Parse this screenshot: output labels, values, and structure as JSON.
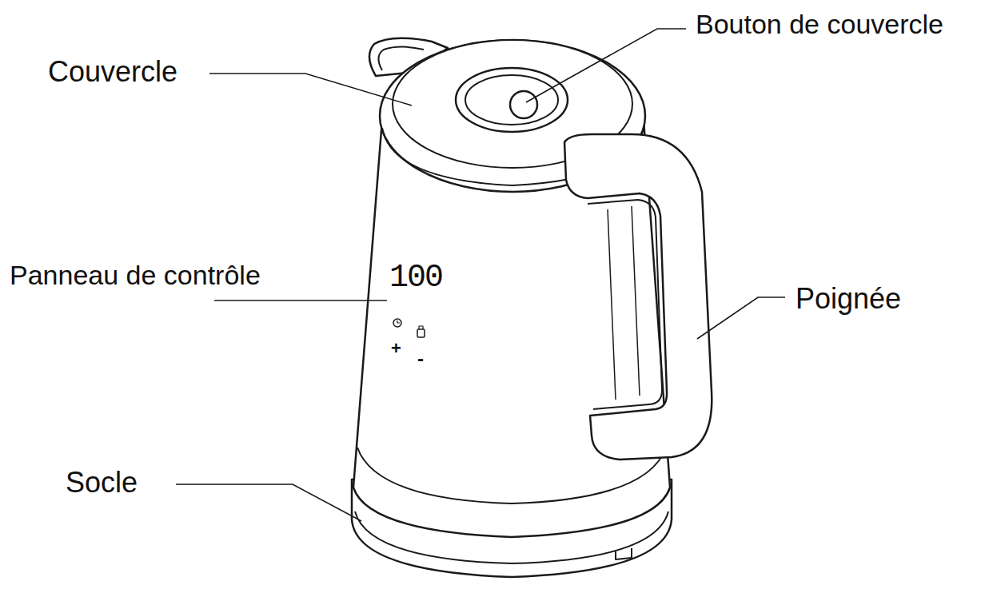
{
  "diagram": {
    "labels": [
      "Bouton de couvercle",
      "Couvercle",
      "Panneau de contrôle",
      "100",
      "Poignée",
      "+",
      "-",
      "Socle"
    ]
  }
}
